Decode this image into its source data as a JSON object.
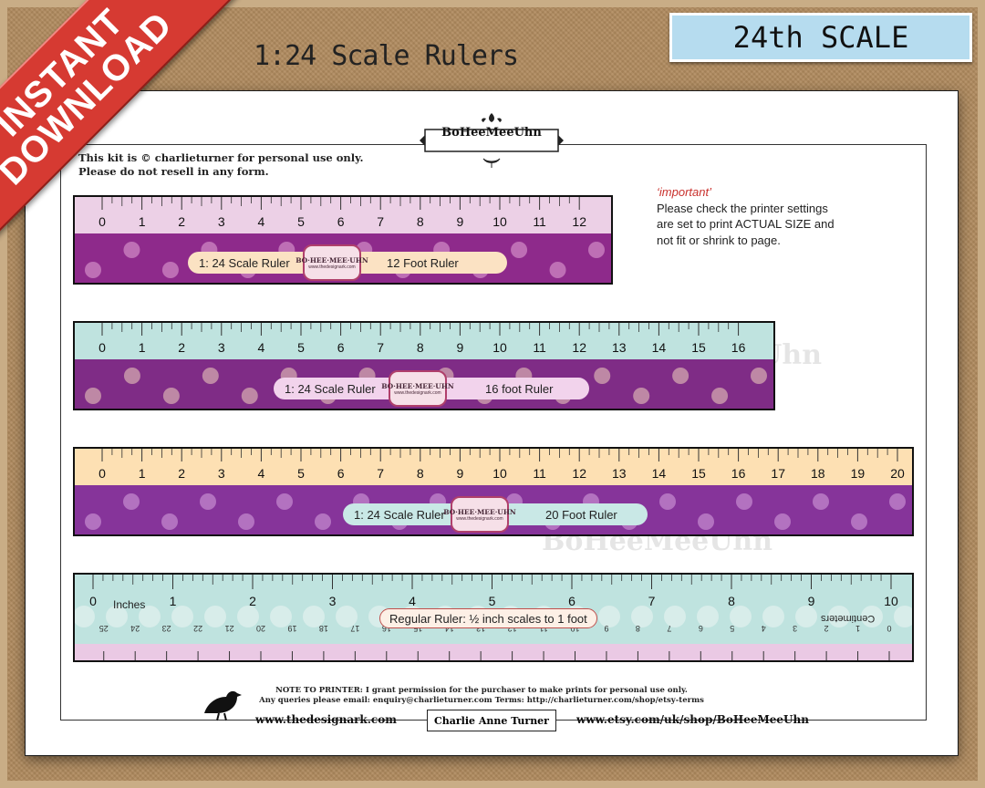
{
  "header": {
    "title": "1:24 Scale Rulers",
    "scale_badge": "24th SCALE",
    "ribbon_line1": "INSTANT",
    "ribbon_line2": "DOWNLOAD"
  },
  "sheet": {
    "brand": "BoHeeMeeUhn",
    "copyright_line1": "This kit is © charlieturner for personal use only.",
    "copyright_line2": "Please do not resell in any form.",
    "important_heading": "‘important’",
    "important_line1": "Please check the printer settings",
    "important_line2": "are set to print ACTUAL SIZE and",
    "important_line3": "not fit or shrink to page.",
    "watermark": "BoHeeMeeUhn"
  },
  "rulers": [
    {
      "scale_label": "1: 24 Scale Ruler",
      "length_label": "12 Foot Ruler",
      "marks": [
        "0",
        "1",
        "2",
        "3",
        "4",
        "5",
        "6",
        "7",
        "8",
        "9",
        "10",
        "11",
        "12"
      ],
      "top_color": "#ecd0e6",
      "band_color": "#8e2a8b",
      "label_color": "#fbe2c3"
    },
    {
      "scale_label": "1: 24 Scale Ruler",
      "length_label": "16 foot Ruler",
      "marks": [
        "0",
        "1",
        "2",
        "3",
        "4",
        "5",
        "6",
        "7",
        "8",
        "9",
        "10",
        "11",
        "12",
        "13",
        "14",
        "15",
        "16"
      ],
      "top_color": "#bfe3df",
      "band_color": "#7f2c86",
      "label_color": "#f2d3ec"
    },
    {
      "scale_label": "1: 24 Scale Ruler",
      "length_label": "20 Foot Ruler",
      "marks": [
        "0",
        "1",
        "2",
        "3",
        "4",
        "5",
        "6",
        "7",
        "8",
        "9",
        "10",
        "11",
        "12",
        "13",
        "14",
        "15",
        "16",
        "17",
        "18",
        "19",
        "20"
      ],
      "top_color": "#fde0b3",
      "band_color": "#86349a",
      "label_color": "#c9e8e6"
    },
    {
      "label": "Regular  Ruler: ½ inch scales to 1 foot",
      "inches_label": "Inches",
      "cm_label": "Centimeters",
      "marks": [
        "0",
        "1",
        "2",
        "3",
        "4",
        "5",
        "6",
        "7",
        "8",
        "9",
        "10"
      ],
      "cm_marks": [
        "0",
        "1",
        "2",
        "3",
        "4",
        "5",
        "6",
        "7",
        "8",
        "9",
        "10",
        "11",
        "12",
        "13",
        "14",
        "15",
        "16",
        "17",
        "18",
        "19",
        "20",
        "21",
        "22",
        "23",
        "24",
        "25"
      ],
      "top_color": "#bfe3df",
      "band_color": "#e9f4f2",
      "bottom_color": "#eac9e4"
    }
  ],
  "logo_badge": {
    "name": "BO·HEE·MEE·UHN",
    "site": "www.thedesignark.com"
  },
  "footer": {
    "note_line1": "NOTE TO PRINTER: I grant permission for the purchaser to make prints for personal use only.",
    "note_line2": "Any queries please email: enquiry@charlieturner.com    Terms: http://charlieturner.com/shop/etsy-terms",
    "left_link": "www.thedesignark.com",
    "author": "Charlie Anne Turner",
    "right_link": "www.etsy.com/uk/shop/BoHeeMeeUhn"
  }
}
